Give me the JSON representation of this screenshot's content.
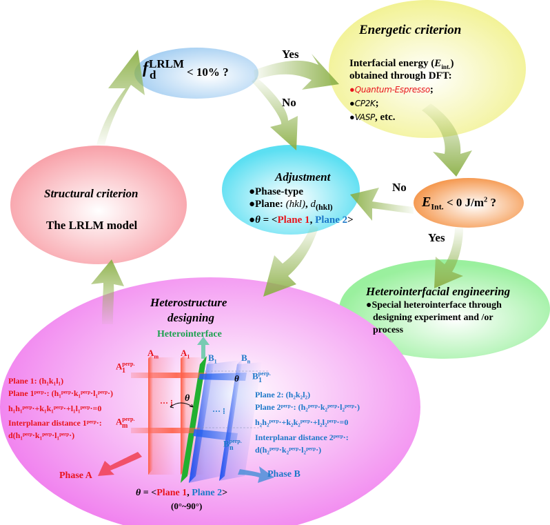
{
  "colors": {
    "pink_ellipse": "#f9a8b0",
    "blue_ellipse": "#9cc8f0",
    "yellow_ellipse": "#f0f090",
    "cyan_ellipse": "#5ee0f0",
    "orange_ellipse": "#f4a060",
    "green_ellipse": "#9ef0a0",
    "magenta_ellipse": "#f27ef0",
    "arrow": "#8cb048",
    "phase_a": "#e8141c",
    "phase_b": "#1c78c8",
    "heterointerface": "#1ea050"
  },
  "decision_fd": {
    "symbol": "f",
    "subscript": "d",
    "superscript": "LRLM",
    "condition": "< 10% ?"
  },
  "labels": {
    "yes_top": "Yes",
    "no_top": "No",
    "no_right": "No",
    "yes_bottom": "Yes"
  },
  "energetic": {
    "title": "Energetic criterion",
    "line1_pre": "Interfacial energy (",
    "line1_sym": "E",
    "line1_sub": "int.",
    "line1_post": ")",
    "line2": "obtained through DFT:",
    "items": [
      {
        "bullet": "●",
        "name": "Quantum-Espresso",
        "suffix": ";",
        "bullet_color": "#e8141c",
        "name_color": "#e8141c"
      },
      {
        "bullet": "●",
        "name": "CP2K",
        "suffix": ";",
        "bullet_color": "#000000",
        "name_color": "#000000"
      },
      {
        "bullet": "●",
        "name": "VASP",
        "suffix": ", etc.",
        "bullet_color": "#000000",
        "name_color": "#000000"
      }
    ]
  },
  "structural": {
    "title": "Structural criterion",
    "subtitle": "The LRLM model"
  },
  "adjustment": {
    "title": "Adjustment",
    "item1": "●Phase-type",
    "item2_pre": "●Plane: ",
    "item2_hkl": "(hkl)",
    "item2_mid": ", ",
    "item2_d": "d",
    "item2_sub": "(hkl)",
    "item3_bullet": "●",
    "item3_theta": "θ",
    "item3_eq": " = <",
    "item3_p1": "Plane 1",
    "item3_comma": ", ",
    "item3_p2": "Plane 2",
    "item3_close": ">"
  },
  "energy_decision": {
    "symbol": "E",
    "subscript": "Int.",
    "condition": " < 0 J/m",
    "power": "2",
    "tail": " ?"
  },
  "heterointerfacial": {
    "title": "Heterointerfacial engineering",
    "line1": "●Special heterointerface through",
    "line2": "designing experiment and /or",
    "line3": "process"
  },
  "heterostructure": {
    "title_line1": "Heterostructure",
    "title_line2": "designing",
    "heterointerface": "Heterointerface",
    "plane_labels": {
      "Am": "A",
      "Am_sub": "m",
      "A1": "A",
      "A1_sub": "1",
      "B1": "B",
      "B1_sub": "1",
      "Bn": "B",
      "Bn_sub": "n",
      "A1perp": "A",
      "A1perp_sub": "1",
      "A1perp_sup": "perp.",
      "Amperp": "A",
      "Amperp_sub": "m",
      "Amperp_sup": "perp.",
      "B1perp": "B",
      "B1perp_sub": "1",
      "B1perp_sup": "perp.",
      "Bnperp": "B",
      "Bnperp_sub": "n",
      "Bnperp_sup": "perp.",
      "dots": "··· ⁝",
      "theta": "θ"
    },
    "phase_a_text": [
      "Plane 1: (h₁k₁l₁)",
      "Plane 1ᵖᵉʳᵖ·: (h₁ᵖᵉʳᵖ·k₁ᵖᵉʳᵖ·l₁ᵖᵉʳᵖ·)",
      "h₁h₁ᵖᵉʳᵖ·+k₁k₁ᵖᵉʳᵖ·+l₁l₁ᵖᵉʳᵖ·=0",
      "Interplanar distance 1ᵖᵉʳᵖ·:",
      "d(h₁ᵖᵉʳᵖ·k₁ᵖᵉʳᵖ·l₁ᵖᵉʳᵖ·)"
    ],
    "phase_b_text": [
      "Plane 2: (h₂k₂l₂)",
      "Plane 2ᵖᵉʳᵖ·: (h₂ᵖᵉʳᵖ·k₂ᵖᵉʳᵖ·l₂ᵖᵉʳᵖ·)",
      "h₂h₂ᵖᵉʳᵖ·+k₂k₂ᵖᵉʳᵖ·+l₂l₂ᵖᵉʳᵖ·=0",
      "Interplanar distance 2ᵖᵉʳᵖ·:",
      "d(h₂ᵖᵉʳᵖ·k₂ᵖᵉʳᵖ·l₂ᵖᵉʳᵖ·)"
    ],
    "phase_a": "Phase A",
    "phase_b": "Phase B",
    "theta_def_theta": "θ",
    "theta_def_eq": " = <",
    "theta_def_p1": "Plane 1",
    "theta_def_comma": ", ",
    "theta_def_p2": "Plane 2",
    "theta_def_close": ">",
    "theta_range": "(0°~90°)"
  }
}
